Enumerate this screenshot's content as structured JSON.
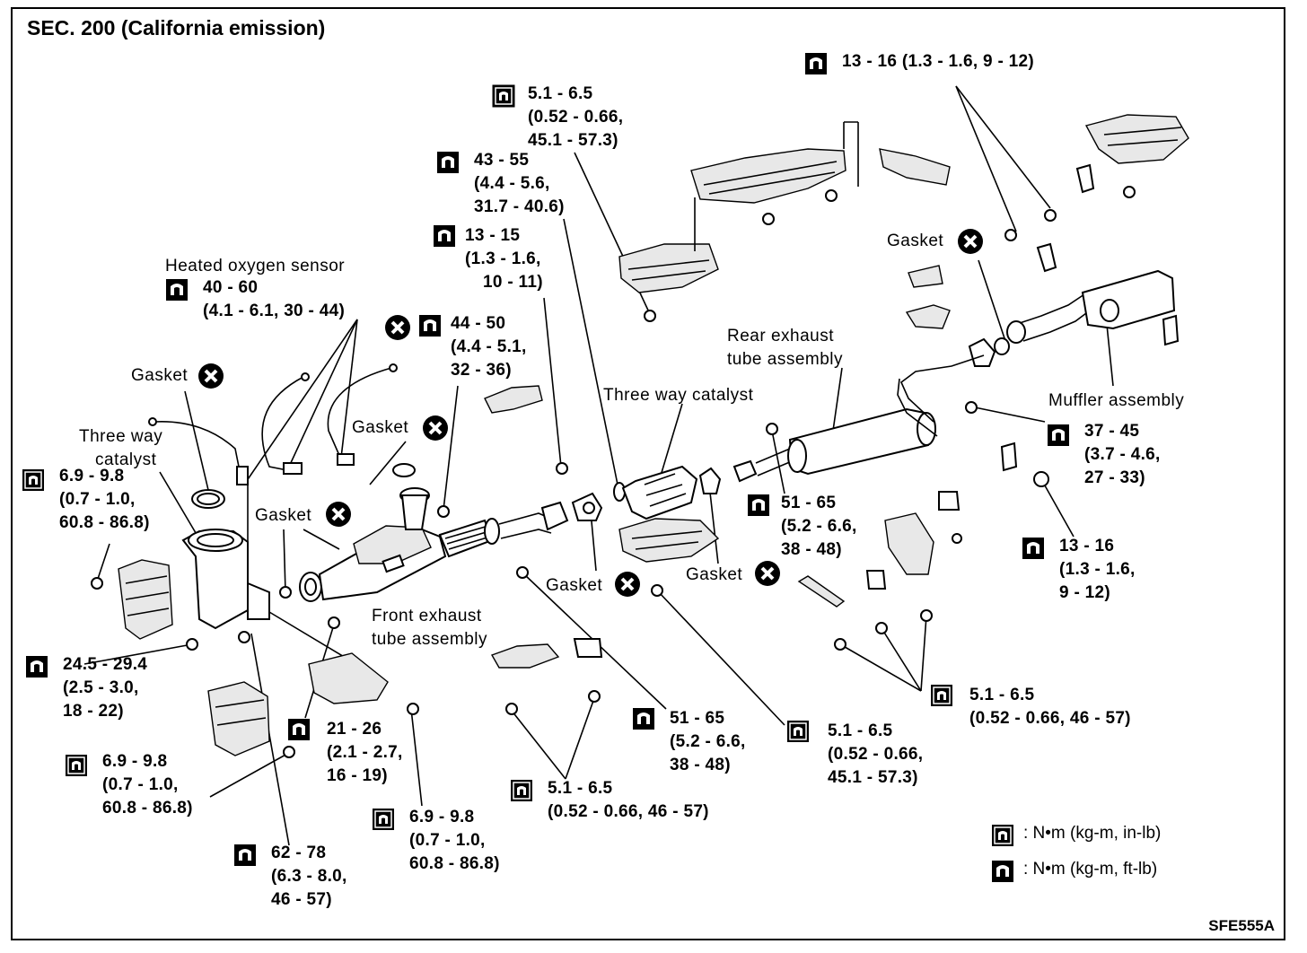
{
  "title": "SEC. 200 (California emission)",
  "figure_code": "SFE555A",
  "legend": [
    {
      "icon": "torque-nm-kgm-inlb-icon",
      "text": ": N•m (kg-m, in-lb)"
    },
    {
      "icon": "torque-nm-kgm-ftlb-icon",
      "text": ": N•m (kg-m, ft-lb)"
    }
  ],
  "part_labels": {
    "heated_oxygen_sensor": "Heated oxygen sensor",
    "three_way_catalyst_left_1": "Three way",
    "three_way_catalyst_left_2": "catalyst",
    "three_way_catalyst_center": "Three way catalyst",
    "front_exhaust_1": "Front exhaust",
    "front_exhaust_2": "tube assembly",
    "rear_exhaust_1": "Rear exhaust",
    "rear_exhaust_2": "tube assembly",
    "muffler_assembly": "Muffler assembly",
    "gasket": "Gasket"
  },
  "torque_specs": [
    {
      "id": "t1",
      "lines": [
        "13 - 16 (1.3 - 1.6, 9 - 12)"
      ]
    },
    {
      "id": "t2",
      "lines": [
        "5.1 - 6.5",
        "(0.52 - 0.66,",
        "45.1 - 57.3)"
      ]
    },
    {
      "id": "t3",
      "lines": [
        "43 - 55",
        "(4.4 - 5.6,",
        "31.7 - 40.6)"
      ]
    },
    {
      "id": "t4",
      "lines": [
        "13 - 15",
        "(1.3 - 1.6,",
        "10 - 11)"
      ]
    },
    {
      "id": "t5",
      "lines": [
        "40 - 60",
        "(4.1 - 6.1, 30 - 44)"
      ]
    },
    {
      "id": "t6",
      "lines": [
        "44 - 50",
        "(4.4 - 5.1,",
        "32 - 36)"
      ]
    },
    {
      "id": "t7",
      "lines": [
        "6.9 - 9.8",
        "(0.7 - 1.0,",
        "60.8 - 86.8)"
      ]
    },
    {
      "id": "t8",
      "lines": [
        "51 - 65",
        "(5.2 - 6.6,",
        "38 - 48)"
      ]
    },
    {
      "id": "t9",
      "lines": [
        "37 - 45",
        "(3.7 - 4.6,",
        "27 - 33)"
      ]
    },
    {
      "id": "t10",
      "lines": [
        "13 - 16",
        "(1.3 - 1.6,",
        "9 - 12)"
      ]
    },
    {
      "id": "t11",
      "lines": [
        "24.5 - 29.4",
        "(2.5 - 3.0,",
        "18 - 22)"
      ]
    },
    {
      "id": "t12",
      "lines": [
        "21 - 26",
        "(2.1 - 2.7,",
        "16 - 19)"
      ]
    },
    {
      "id": "t13",
      "lines": [
        "6.9 - 9.8",
        "(0.7 - 1.0,",
        "60.8 - 86.8)"
      ]
    },
    {
      "id": "t14",
      "lines": [
        "62 - 78",
        "(6.3 - 8.0,",
        "46 - 57)"
      ]
    },
    {
      "id": "t15",
      "lines": [
        "6.9 - 9.8",
        "(0.7 - 1.0,",
        "60.8 - 86.8)"
      ]
    },
    {
      "id": "t16",
      "lines": [
        "5.1 - 6.5",
        "(0.52 - 0.66, 46 - 57)"
      ]
    },
    {
      "id": "t17",
      "lines": [
        "51 - 65",
        "(5.2 - 6.6,",
        "38 - 48)"
      ]
    },
    {
      "id": "t18",
      "lines": [
        "5.1 - 6.5",
        "(0.52 - 0.66,",
        "45.1 - 57.3)"
      ]
    },
    {
      "id": "t19",
      "lines": [
        "5.1 - 6.5",
        "(0.52 - 0.66, 46 - 57)"
      ]
    }
  ]
}
